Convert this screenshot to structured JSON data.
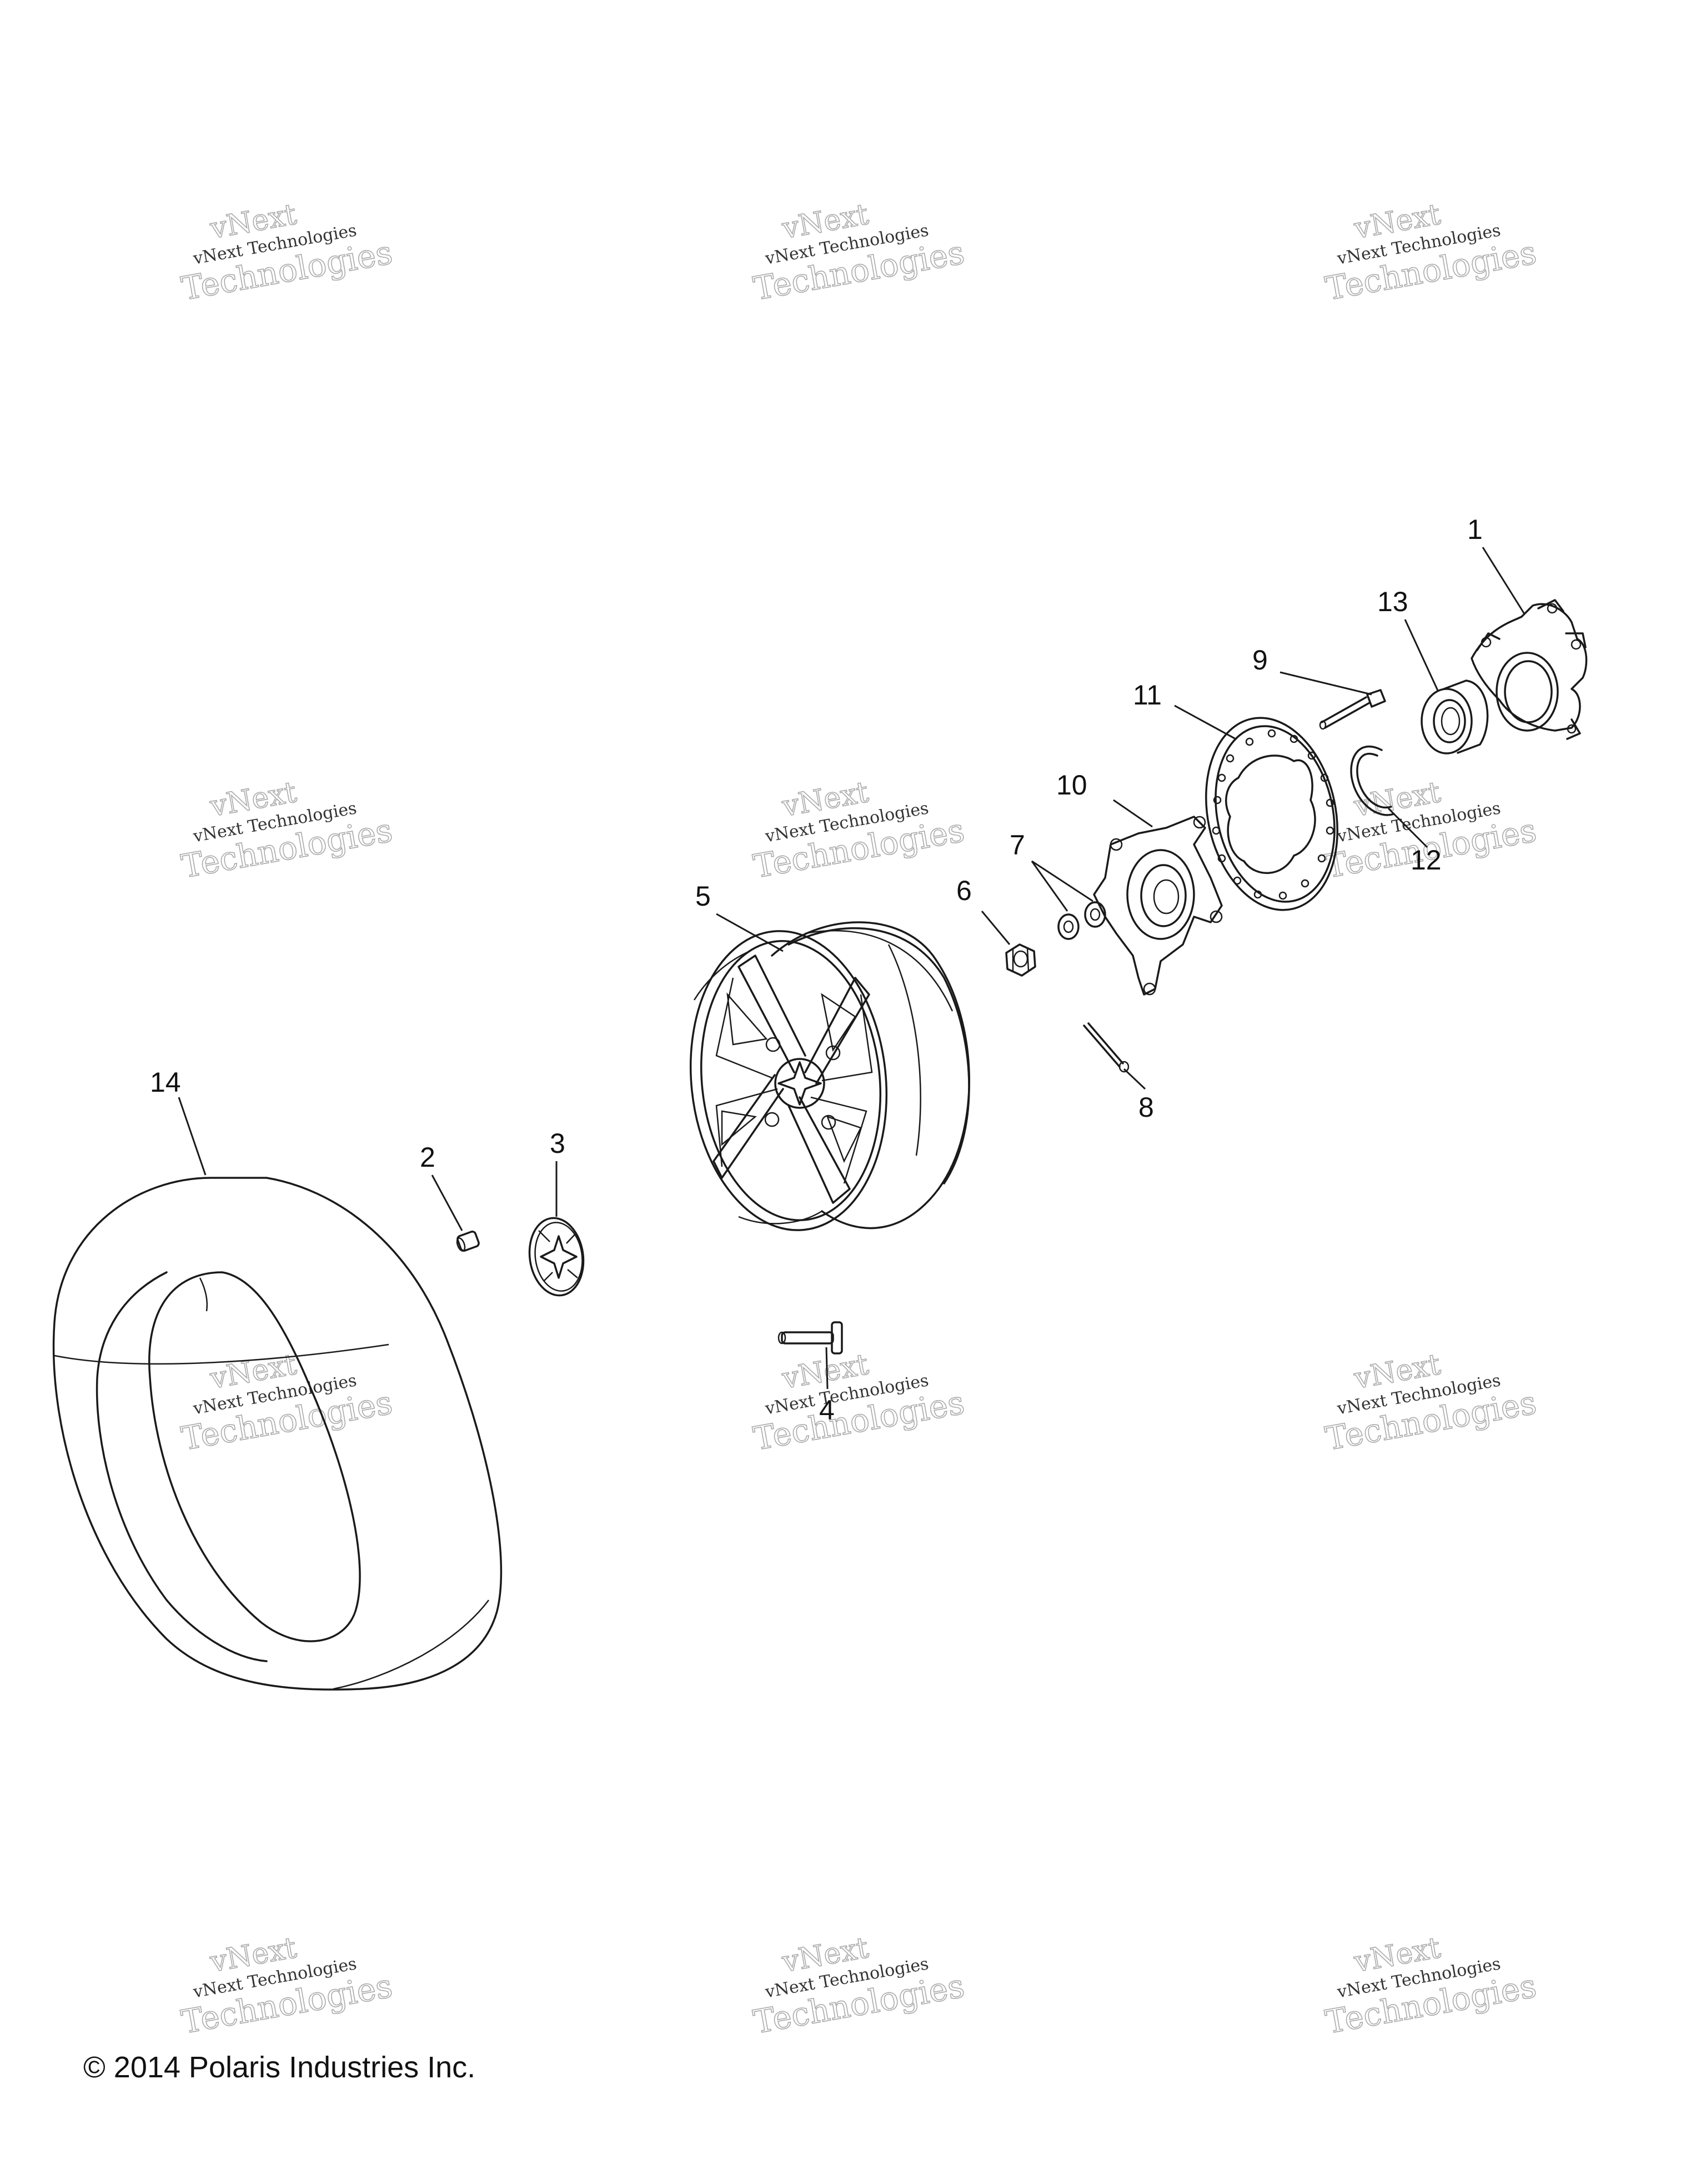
{
  "copyright": "© 2014 Polaris Industries Inc.",
  "watermark": {
    "line_small": "vNext Technologies",
    "line_big": "Technologies",
    "line_top": "vNext"
  },
  "callouts": {
    "c1": "1",
    "c2": "2",
    "c3": "3",
    "c4": "4",
    "c5": "5",
    "c6": "6",
    "c7": "7",
    "c8": "8",
    "c9": "9",
    "c10": "10",
    "c11": "11",
    "c12": "12",
    "c13": "13",
    "c14": "14"
  }
}
